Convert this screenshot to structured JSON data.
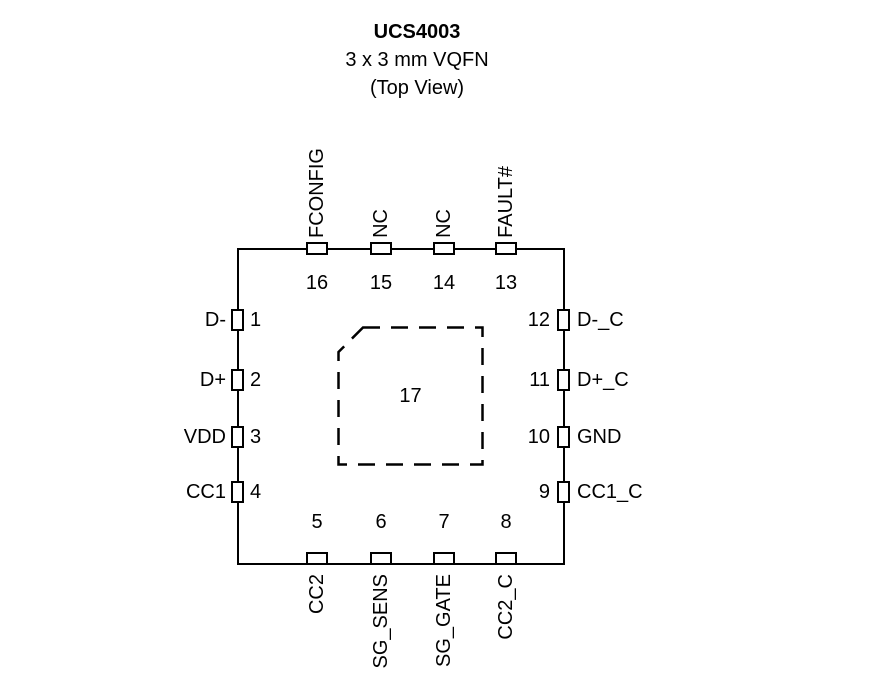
{
  "header": {
    "part_number": "UCS4003",
    "package": "3 x 3 mm VQFN",
    "view": "(Top View)"
  },
  "package": {
    "pins": {
      "top": [
        {
          "num": "16",
          "label": "FCONFIG"
        },
        {
          "num": "15",
          "label": "NC"
        },
        {
          "num": "14",
          "label": "NC"
        },
        {
          "num": "13",
          "label": "FAULT#"
        }
      ],
      "left": [
        {
          "num": "1",
          "label": "D-"
        },
        {
          "num": "2",
          "label": "D+"
        },
        {
          "num": "3",
          "label": "VDD"
        },
        {
          "num": "4",
          "label": "CC1"
        }
      ],
      "right": [
        {
          "num": "12",
          "label": "D-_C"
        },
        {
          "num": "11",
          "label": "D+_C"
        },
        {
          "num": "10",
          "label": "GND"
        },
        {
          "num": "9",
          "label": "CC1_C"
        }
      ],
      "bottom": [
        {
          "num": "5",
          "label": "CC2"
        },
        {
          "num": "6",
          "label": "SG_SENS"
        },
        {
          "num": "7",
          "label": "SG_GATE"
        },
        {
          "num": "8",
          "label": "CC2_C"
        }
      ]
    },
    "thermal_pad": {
      "num": "17"
    }
  },
  "colors": {
    "line": "#000000",
    "background": "#ffffff",
    "text": "#000000"
  }
}
